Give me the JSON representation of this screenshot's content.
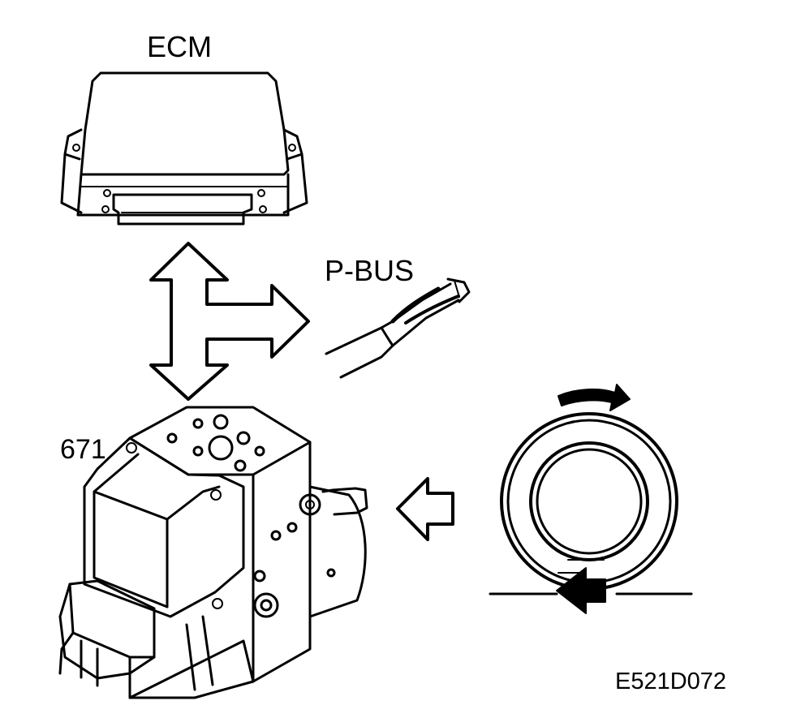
{
  "labels": {
    "ecm": "ECM",
    "pbus": "P-BUS",
    "part_number": "671",
    "figure_code": "E521D072"
  },
  "colors": {
    "line": "#000000",
    "fill": "#ffffff"
  },
  "icons": {
    "ecm": "control-module-box",
    "arrows": "double-arrow-with-branch",
    "connector": "wire-connector",
    "abs_unit": "abs-hydraulic-unit",
    "wheel": "rotating-wheel-sensor",
    "input_arrow": "hollow-arrow-left"
  }
}
